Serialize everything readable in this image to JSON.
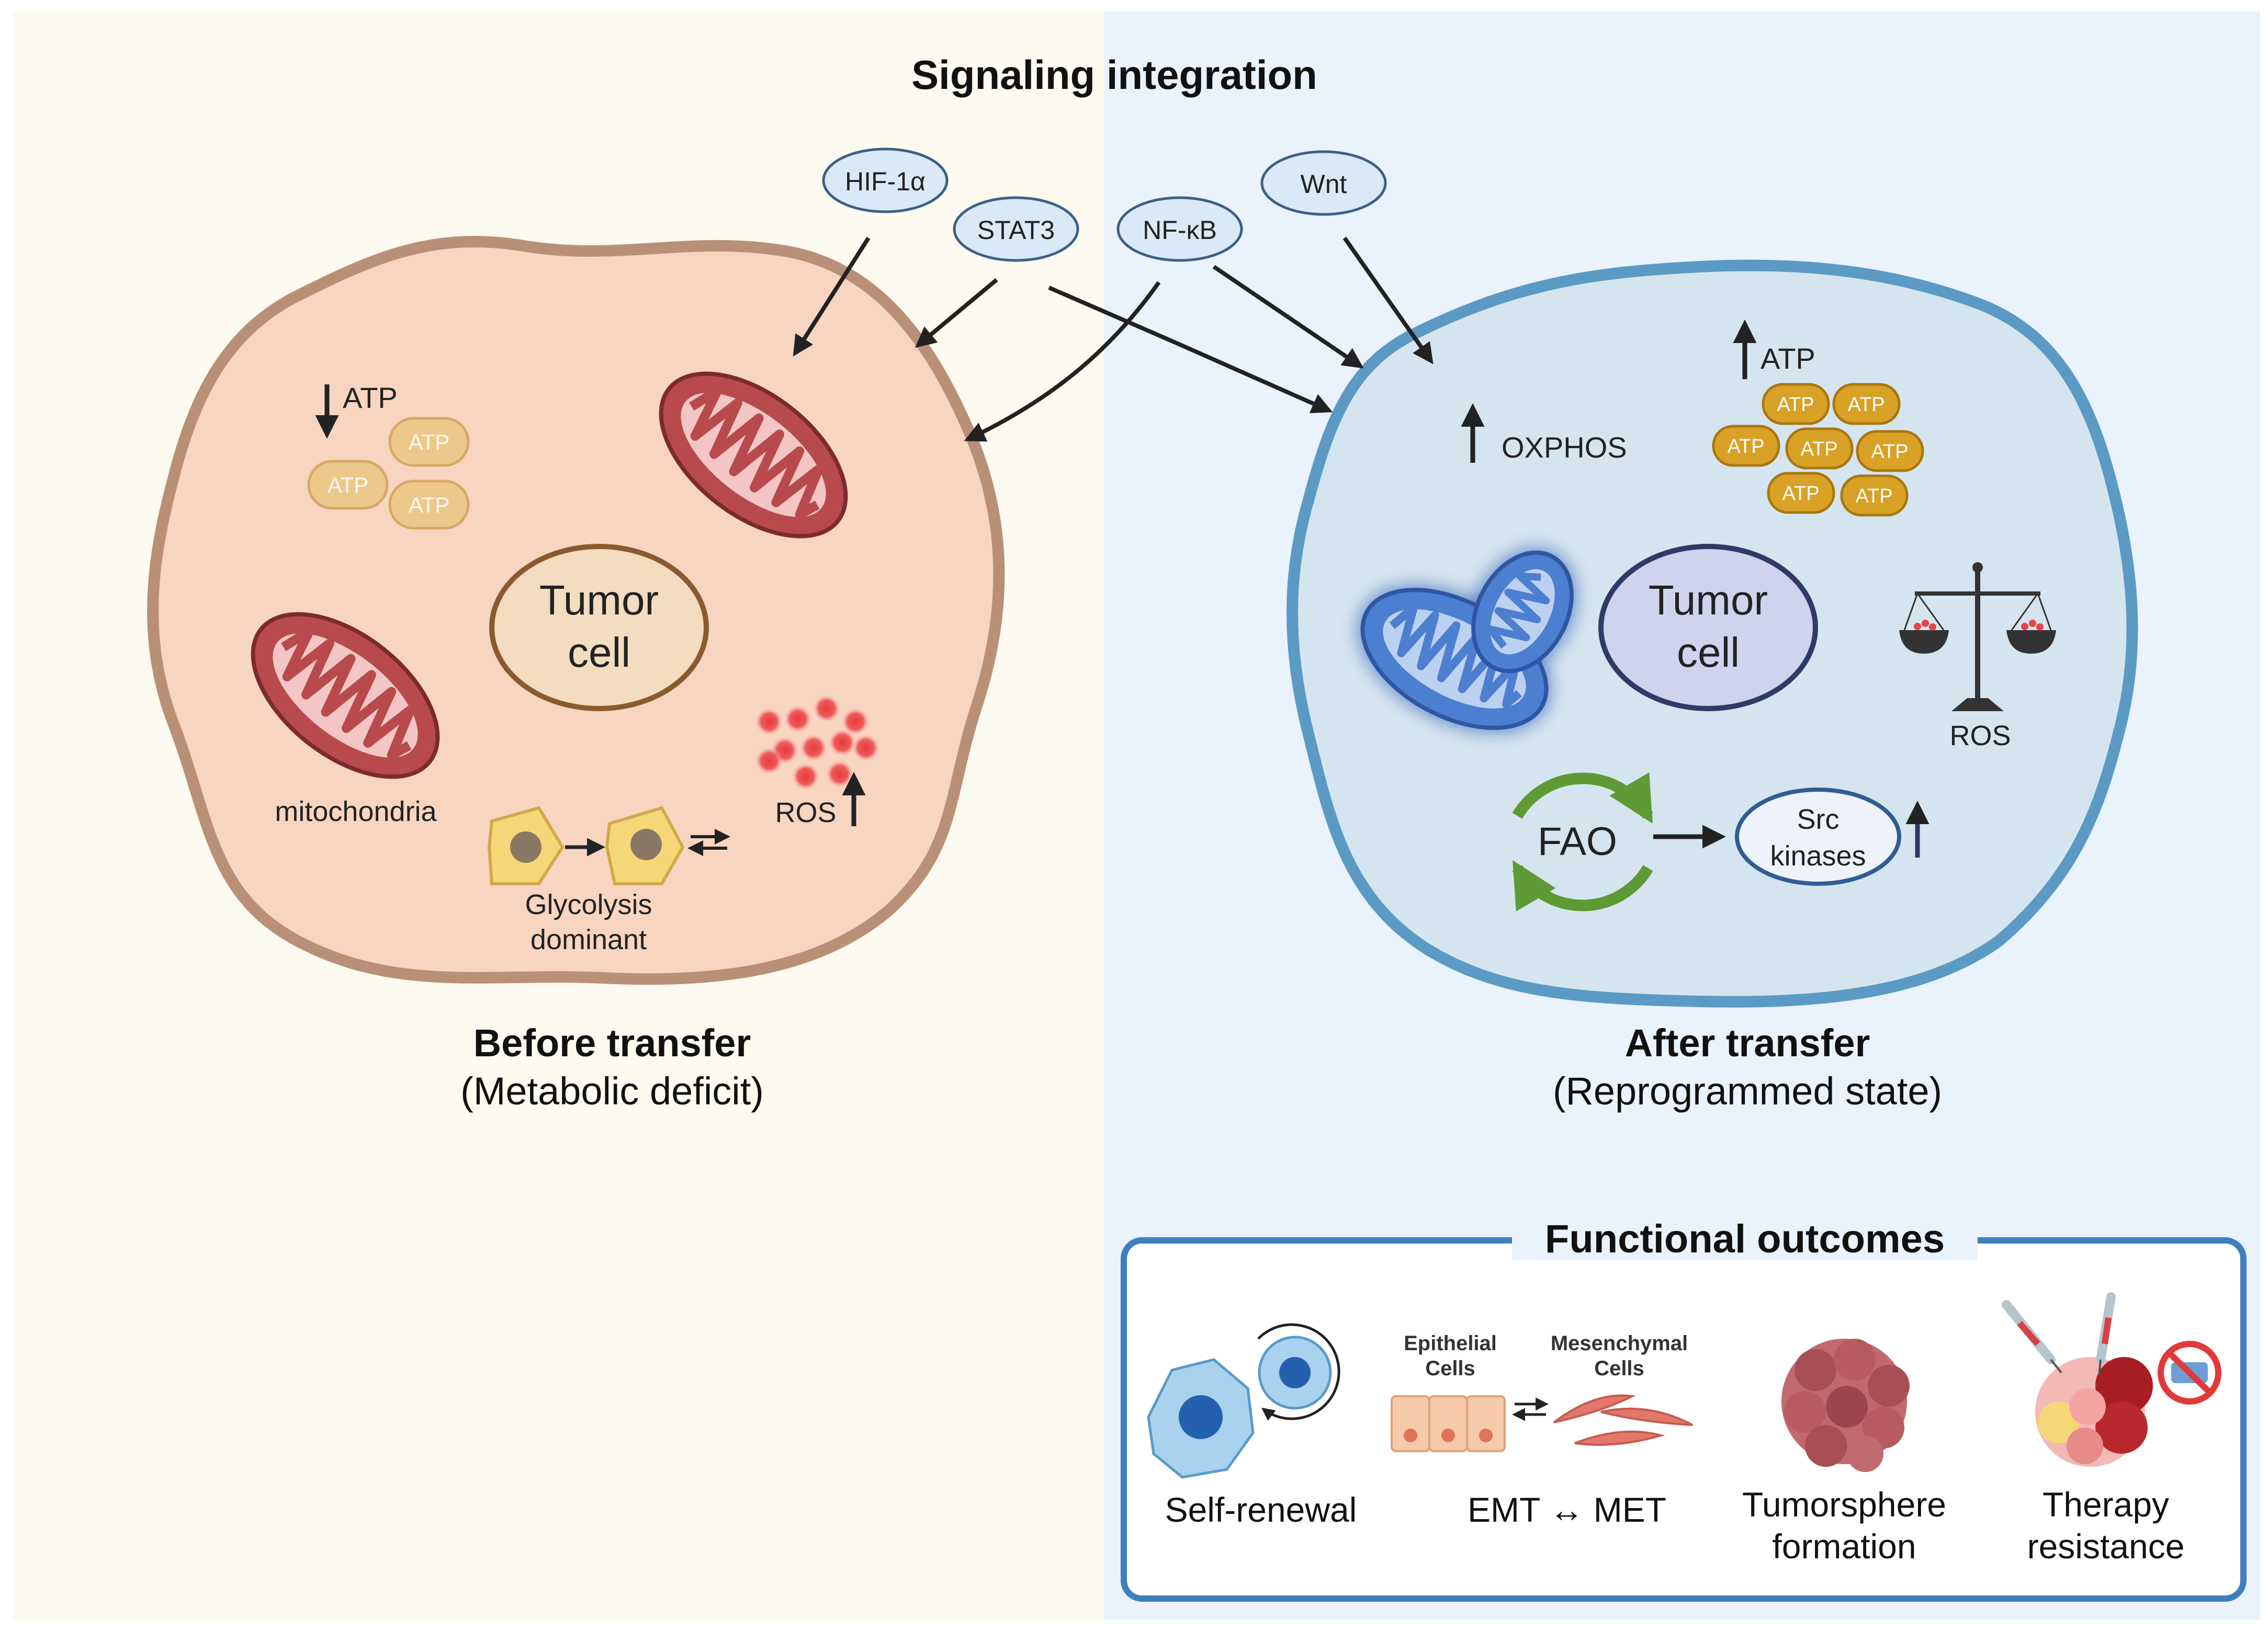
{
  "title": "Signaling integration",
  "signals": [
    "HIF-1α",
    "STAT3",
    "NF-κB",
    "Wnt"
  ],
  "before": {
    "heading": "Before transfer",
    "subheading": "(Metabolic deficit)",
    "cell_label_1": "Tumor",
    "cell_label_2": "cell",
    "atp_label": "ATP",
    "atp_pill": "ATP",
    "mito_label": "mitochondria",
    "ros_label": "ROS",
    "glyco_1": "Glycolysis",
    "glyco_2": "dominant"
  },
  "after": {
    "heading": "After transfer",
    "subheading": "(Reprogrammed state)",
    "cell_label_1": "Tumor",
    "cell_label_2": "cell",
    "atp_label": "ATP",
    "atp_pill": "ATP",
    "oxphos_label": "OXPHOS",
    "ros_label": "ROS",
    "fao_label": "FAO",
    "src_1": "Src",
    "src_2": "kinases"
  },
  "outcomes": {
    "title": "Functional outcomes",
    "self_renewal": "Self-renewal",
    "emt_met": "EMT ↔ MET",
    "epithelial_1": "Epithelial",
    "epithelial_2": "Cells",
    "mesenchymal_1": "Mesenchymal",
    "mesenchymal_2": "Cells",
    "tumorsphere_1": "Tumorsphere",
    "tumorsphere_2": "formation",
    "therapy_1": "Therapy",
    "therapy_2": "resistance"
  },
  "colors": {
    "left_bg": "#fdfaf0",
    "right_bg": "#eaf2fb",
    "left_cell_fill": "#f8d5c0",
    "left_cell_border": "#b99077",
    "right_cell_fill": "#d5e5ef",
    "right_cell_border": "#5b9ac4",
    "mito_red": "#b84a4d",
    "mito_blue": "#4e7fd0",
    "atp_pale": "#eec88a",
    "atp_gold": "#d9a126",
    "arrow_dark": "#222222",
    "fao_green": "#5e9a35",
    "outcome_border": "#3f7fc0"
  }
}
